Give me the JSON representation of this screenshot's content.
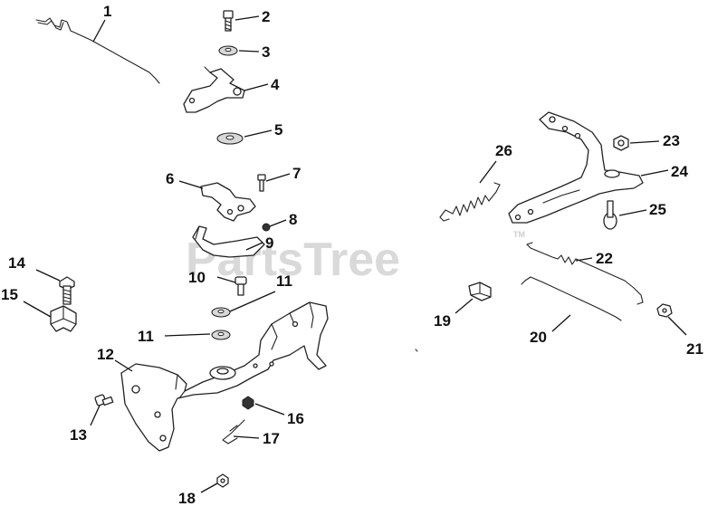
{
  "watermark": "PartsTree",
  "watermark_mark": "TM",
  "callouts": [
    {
      "id": "1",
      "label": "1"
    },
    {
      "id": "2",
      "label": "2"
    },
    {
      "id": "3",
      "label": "3"
    },
    {
      "id": "4",
      "label": "4"
    },
    {
      "id": "5",
      "label": "5"
    },
    {
      "id": "6",
      "label": "6"
    },
    {
      "id": "7",
      "label": "7"
    },
    {
      "id": "8",
      "label": "8"
    },
    {
      "id": "9",
      "label": "9"
    },
    {
      "id": "10",
      "label": "10"
    },
    {
      "id": "11a",
      "label": "11"
    },
    {
      "id": "11b",
      "label": "11"
    },
    {
      "id": "12",
      "label": "12"
    },
    {
      "id": "13",
      "label": "13"
    },
    {
      "id": "14",
      "label": "14"
    },
    {
      "id": "15",
      "label": "15"
    },
    {
      "id": "16",
      "label": "16"
    },
    {
      "id": "17",
      "label": "17"
    },
    {
      "id": "18",
      "label": "18"
    },
    {
      "id": "19",
      "label": "19"
    },
    {
      "id": "20",
      "label": "20"
    },
    {
      "id": "21",
      "label": "21"
    },
    {
      "id": "22",
      "label": "22"
    },
    {
      "id": "23",
      "label": "23"
    },
    {
      "id": "24",
      "label": "24"
    },
    {
      "id": "25",
      "label": "25"
    },
    {
      "id": "26",
      "label": "26"
    }
  ]
}
